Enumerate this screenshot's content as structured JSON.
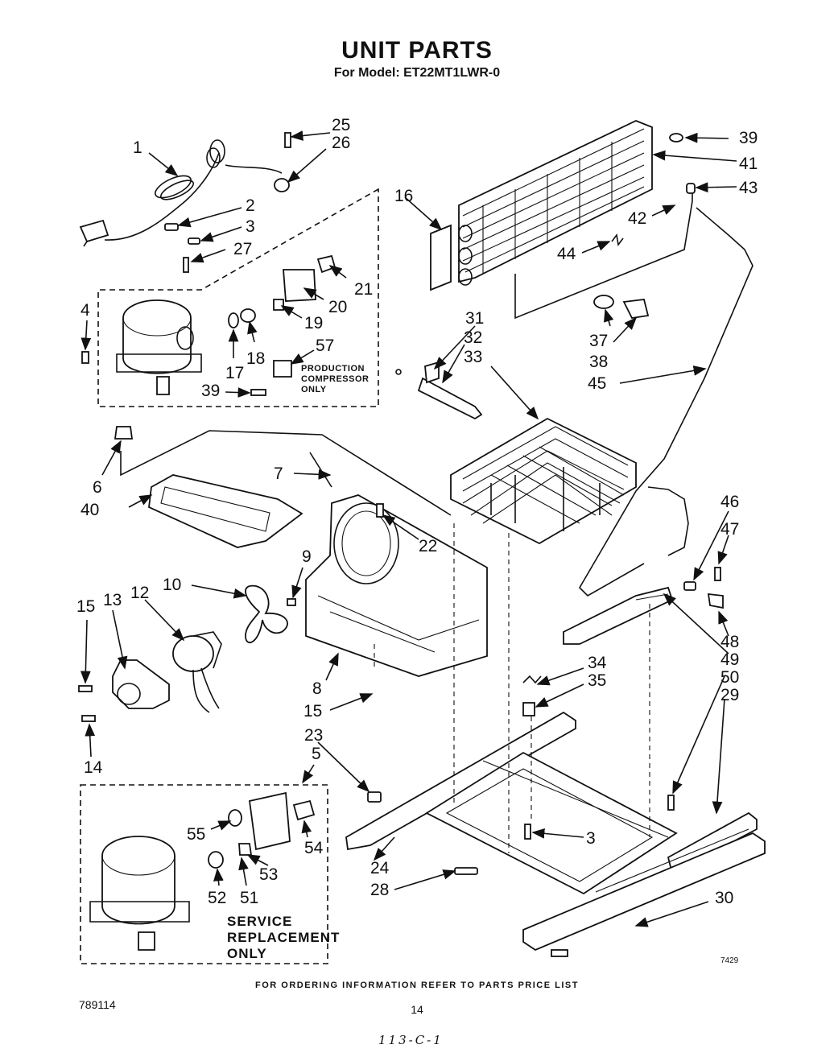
{
  "header": {
    "title": "UNIT PARTS",
    "model": "For Model: ET22MT1LWR-0"
  },
  "labels": {
    "l1": "1",
    "l2": "2",
    "l3": "3",
    "l3b": "3",
    "l4": "4",
    "l5": "5",
    "l6": "6",
    "l7": "7",
    "l8": "8",
    "l9": "9",
    "l10": "10",
    "l12": "12",
    "l13": "13",
    "l14": "14",
    "l15": "15",
    "l15b": "15",
    "l16": "16",
    "l17": "17",
    "l18": "18",
    "l19": "19",
    "l20": "20",
    "l21": "21",
    "l22": "22",
    "l23": "23",
    "l24": "24",
    "l25": "25",
    "l26": "26",
    "l27": "27",
    "l28": "28",
    "l29": "29",
    "l30": "30",
    "l31": "31",
    "l32": "32",
    "l33": "33",
    "l34": "34",
    "l35": "35",
    "l37": "37",
    "l38": "38",
    "l39": "39",
    "l39b": "39",
    "l40": "40",
    "l41": "41",
    "l42": "42",
    "l43": "43",
    "l44": "44",
    "l45": "45",
    "l46": "46",
    "l47": "47",
    "l48": "48",
    "l49": "49",
    "l50": "50",
    "l51": "51",
    "l52": "52",
    "l53": "53",
    "l54": "54",
    "l55": "55",
    "l57": "57"
  },
  "notes": {
    "production_1": "PRODUCTION",
    "production_2": "COMPRESSOR",
    "production_3": "ONLY",
    "service_1": "SERVICE",
    "service_2": "REPLACEMENT",
    "service_3": "ONLY"
  },
  "footer": {
    "ordering": "FOR ORDERING INFORMATION REFER TO PARTS PRICE LIST",
    "doc_number": "789114",
    "page_number": "14",
    "handwritten": "113-C-1",
    "figure_code": "7429"
  }
}
